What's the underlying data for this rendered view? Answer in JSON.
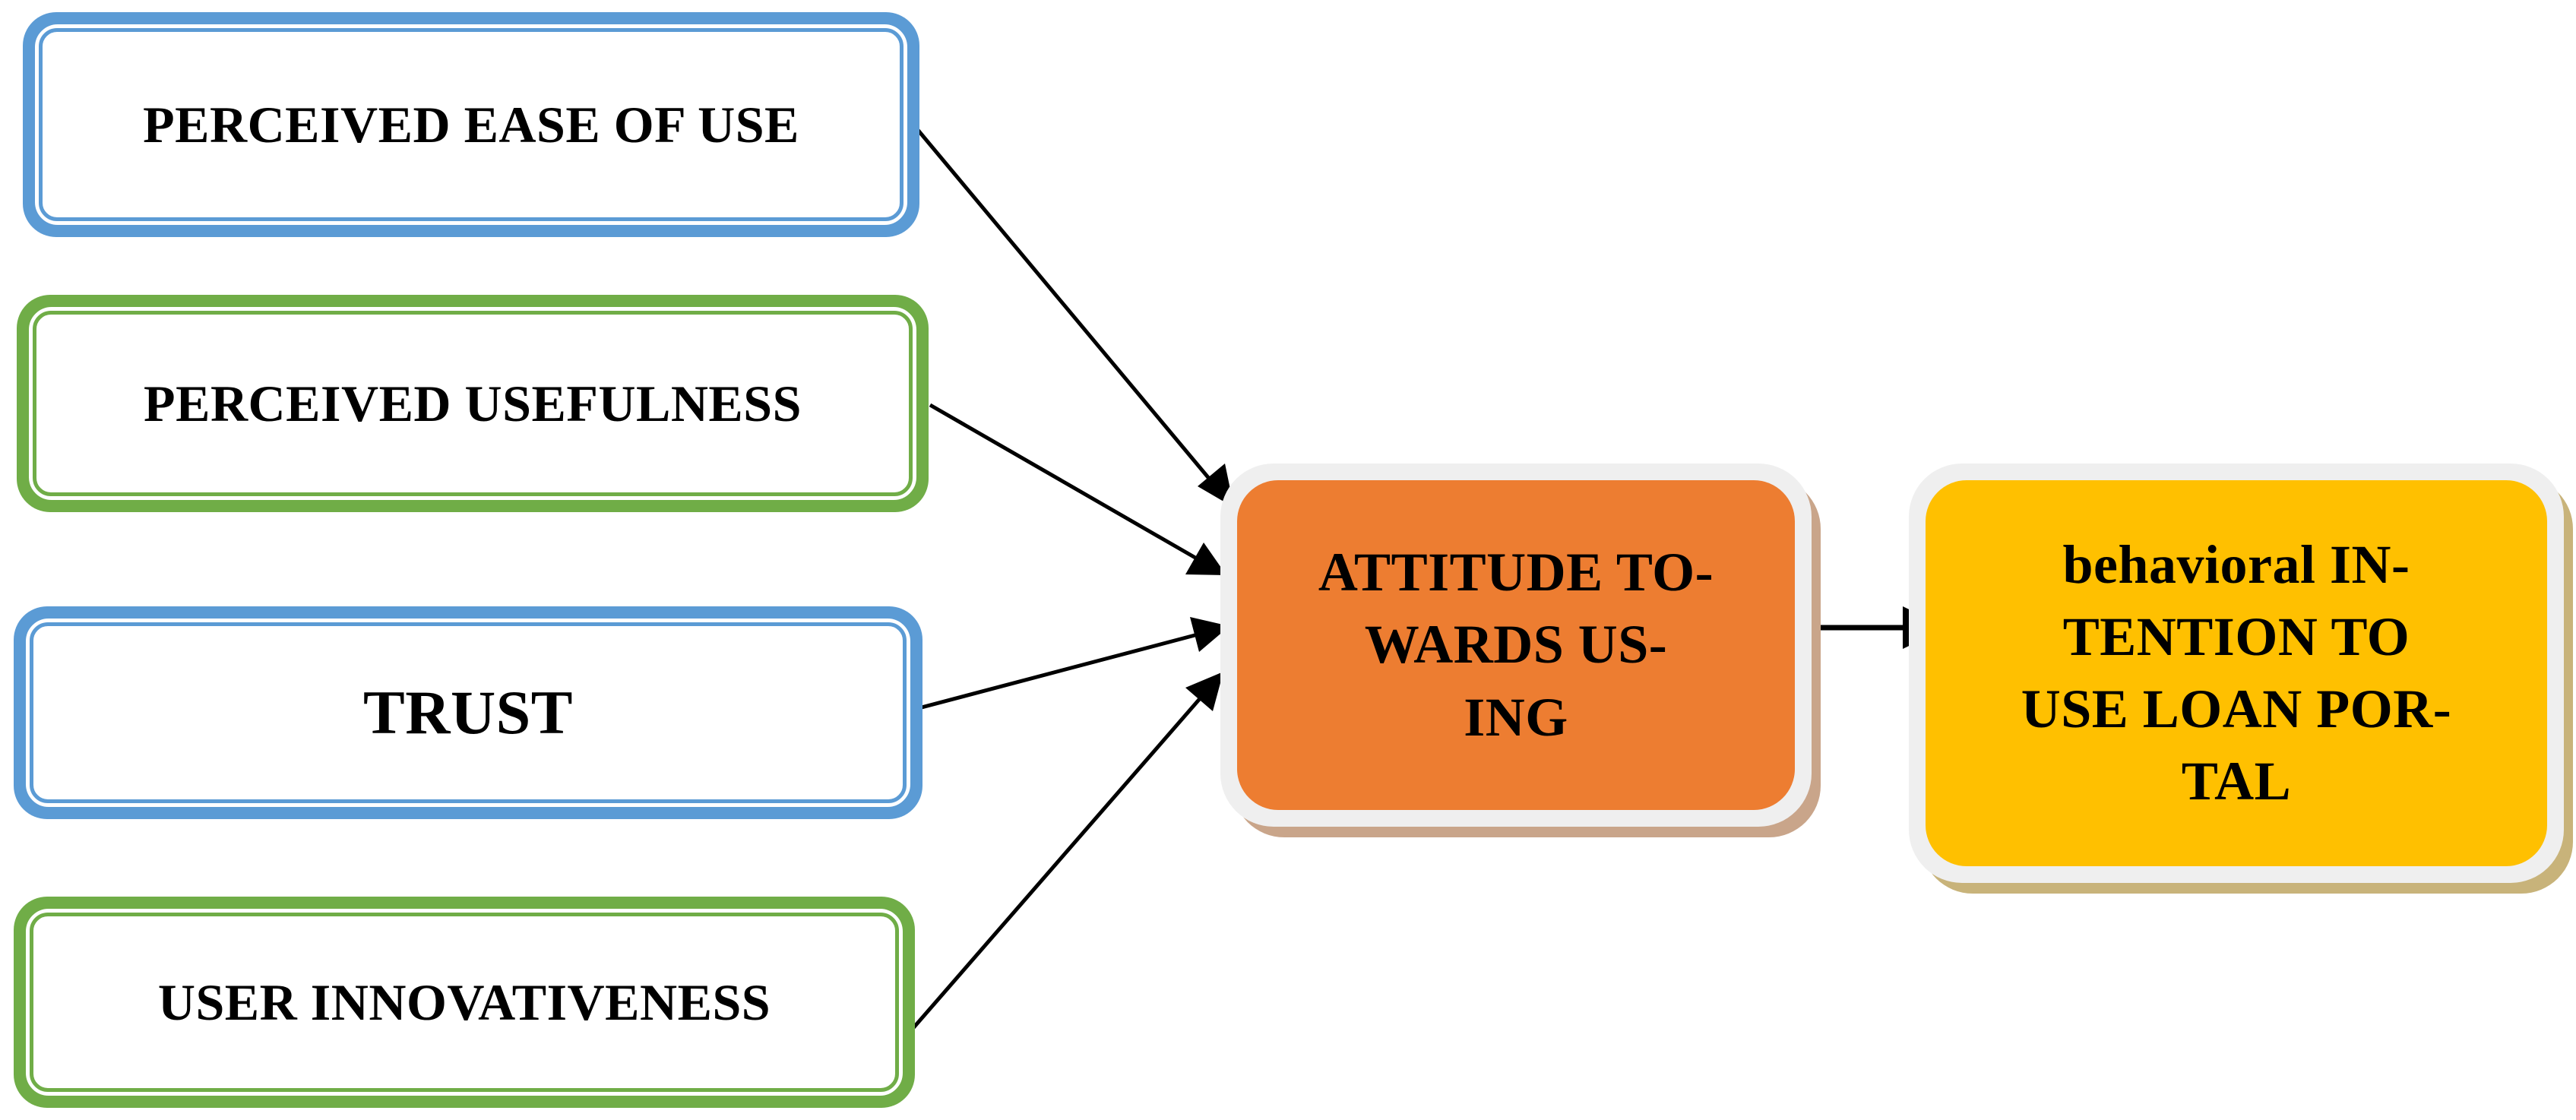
{
  "factors": [
    {
      "id": "peou",
      "label": "PERCEIVED EASE OF USE",
      "color": "#5b9bd5"
    },
    {
      "id": "pu",
      "label": "PERCEIVED USEFULNESS",
      "color": "#70ad47"
    },
    {
      "id": "trust",
      "label": "TRUST",
      "color": "#5b9bd5"
    },
    {
      "id": "ui",
      "label": "USER INNOVATIVENESS",
      "color": "#70ad47"
    }
  ],
  "attitude": {
    "lines": [
      "ATTITUDE TO-",
      "WARDS US-",
      "ING"
    ],
    "color": "#ed7d31"
  },
  "intention": {
    "lines": [
      "behavioral IN-",
      "TENTION TO",
      "USE LOAN POR-",
      "TAL"
    ],
    "color": "#ffc000"
  }
}
